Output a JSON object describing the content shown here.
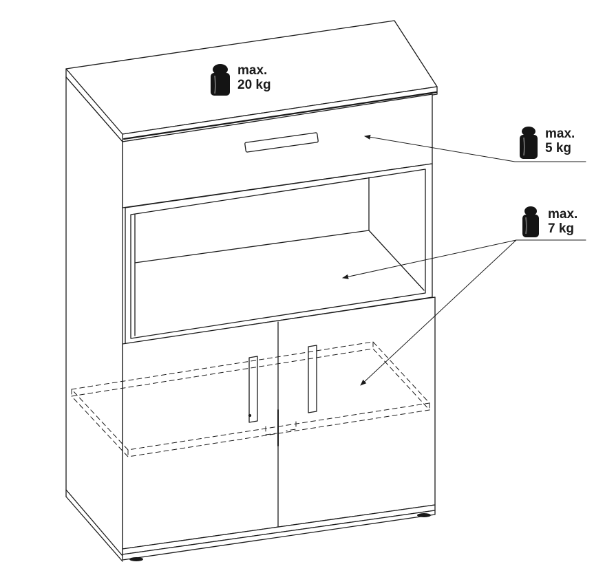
{
  "colors": {
    "line": "#1a1a1a",
    "weight": "#141414",
    "background": "#ffffff"
  },
  "icons": [
    "weight-icon"
  ],
  "labels": {
    "top": {
      "line1": "max.",
      "line2": "20 kg"
    },
    "drawer": {
      "line1": "max.",
      "line2": "5 kg"
    },
    "shelves": {
      "line1": "max.",
      "line2": "7 kg"
    }
  }
}
